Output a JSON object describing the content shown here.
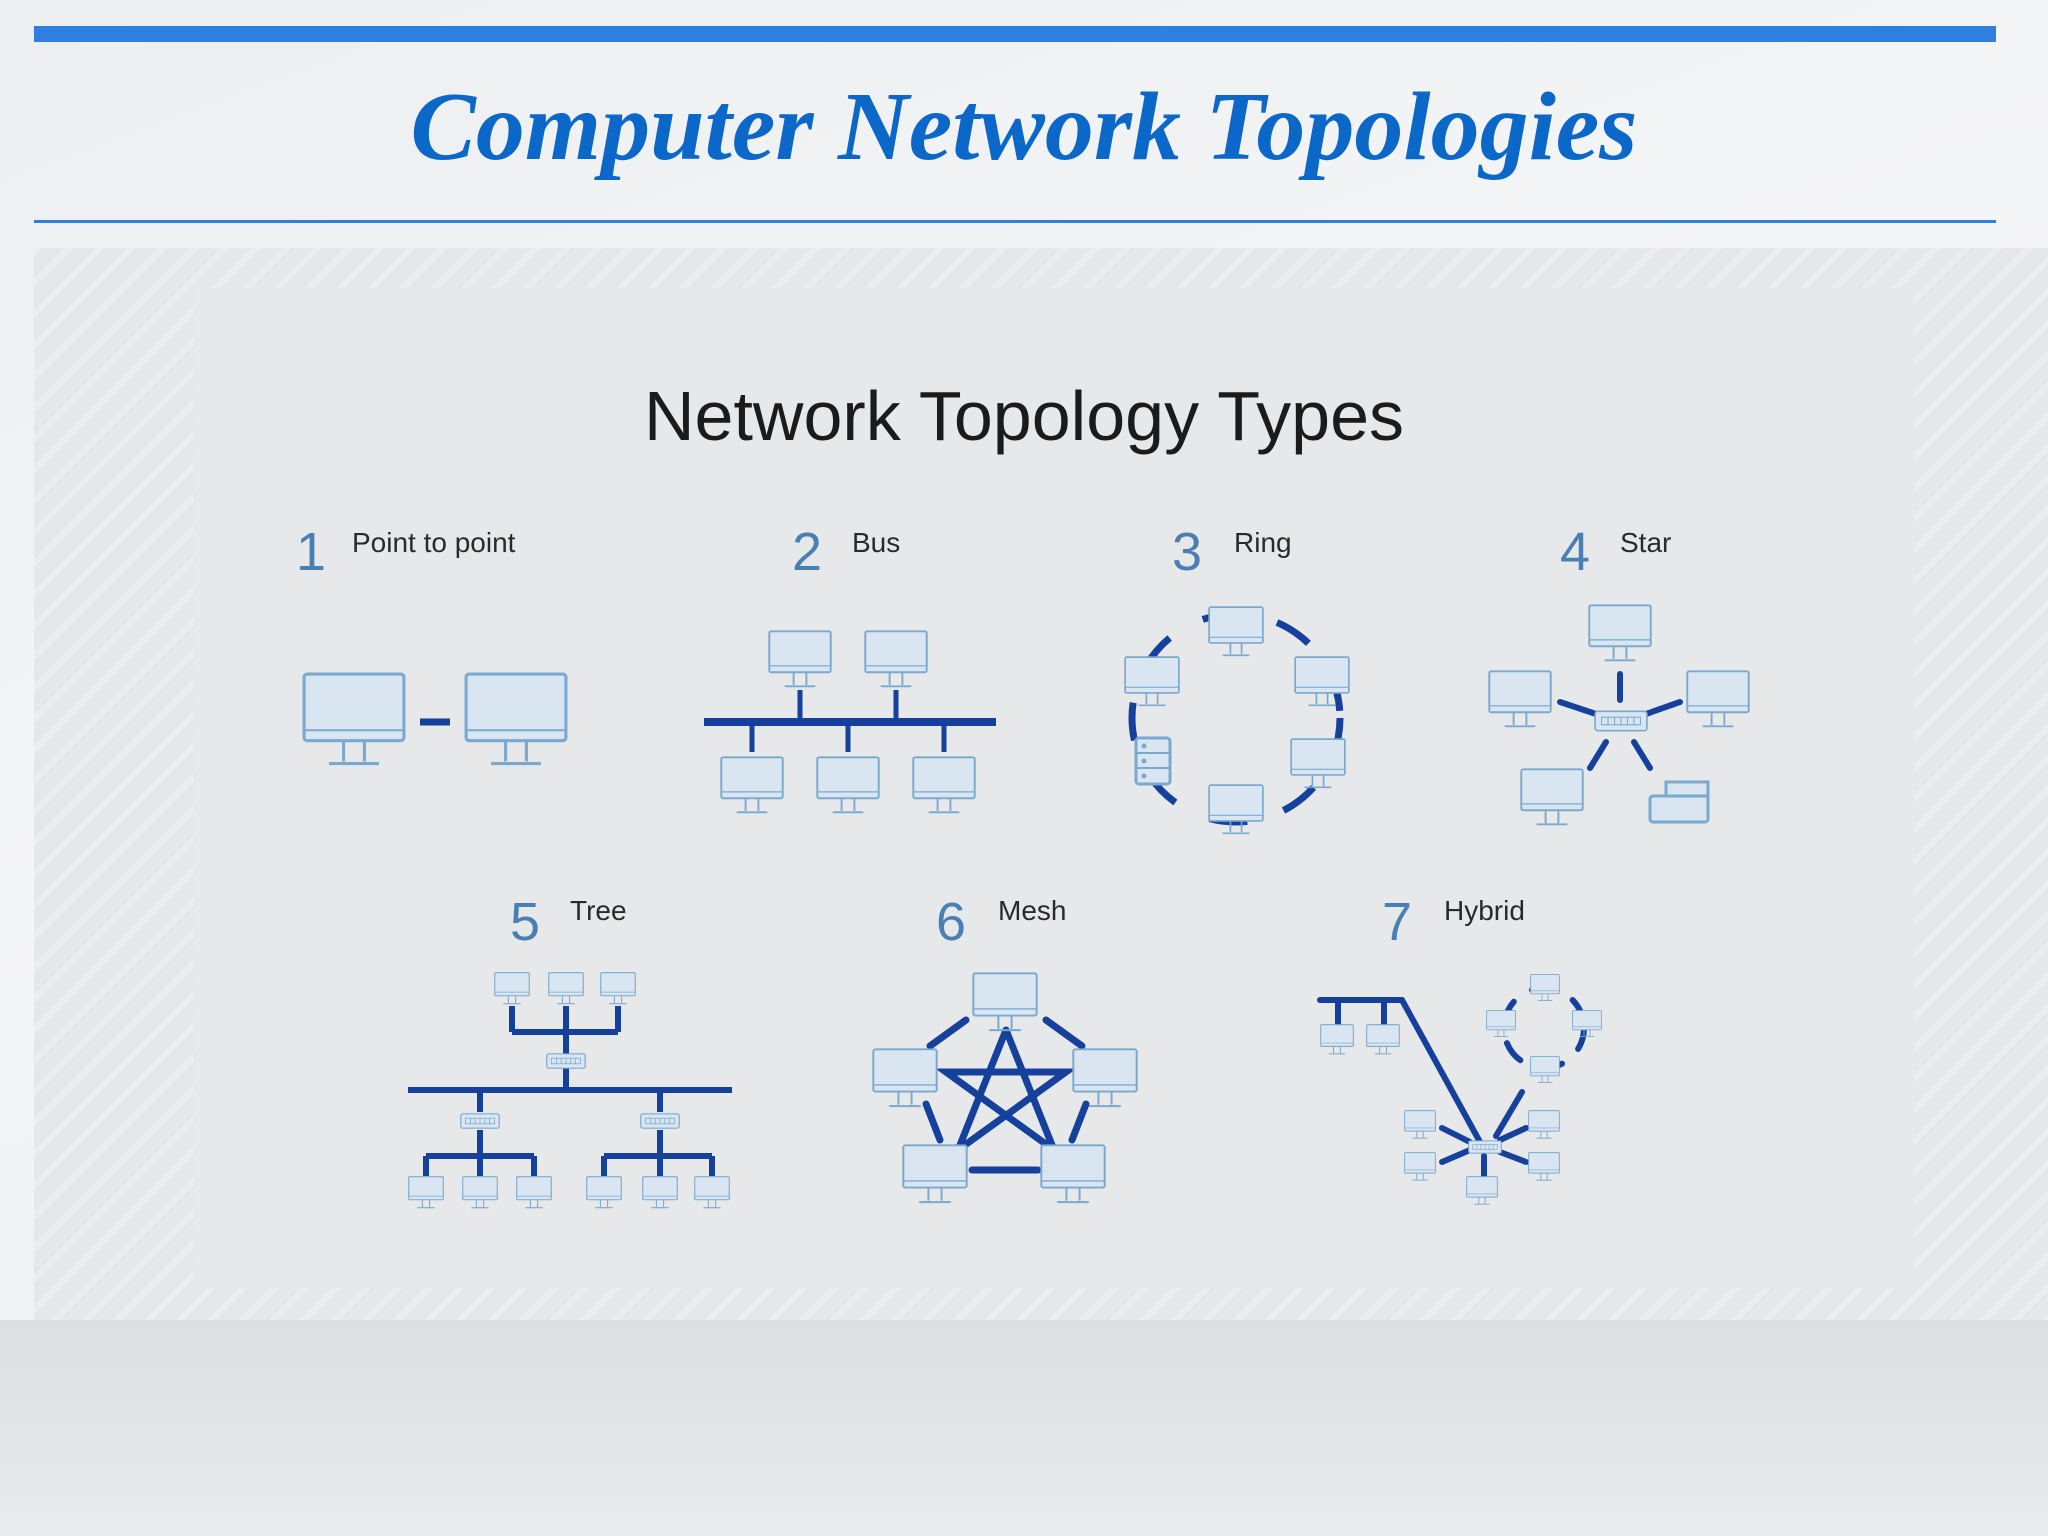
{
  "slide": {
    "title": "Computer Network Topologies"
  },
  "figure": {
    "heading": "Network Topology Types",
    "topologies": [
      {
        "number": "1",
        "label": "Point to point"
      },
      {
        "number": "2",
        "label": "Bus"
      },
      {
        "number": "3",
        "label": "Ring"
      },
      {
        "number": "4",
        "label": "Star"
      },
      {
        "number": "5",
        "label": "Tree"
      },
      {
        "number": "6",
        "label": "Mesh"
      },
      {
        "number": "7",
        "label": "Hybrid"
      }
    ]
  },
  "colors": {
    "title": "#0b68c8",
    "rule": "#2f7fe0",
    "link": "#15409c",
    "device_fill": "#d9e6f1",
    "device_stroke": "#7aa9cf",
    "number": "#4a7fb4"
  }
}
